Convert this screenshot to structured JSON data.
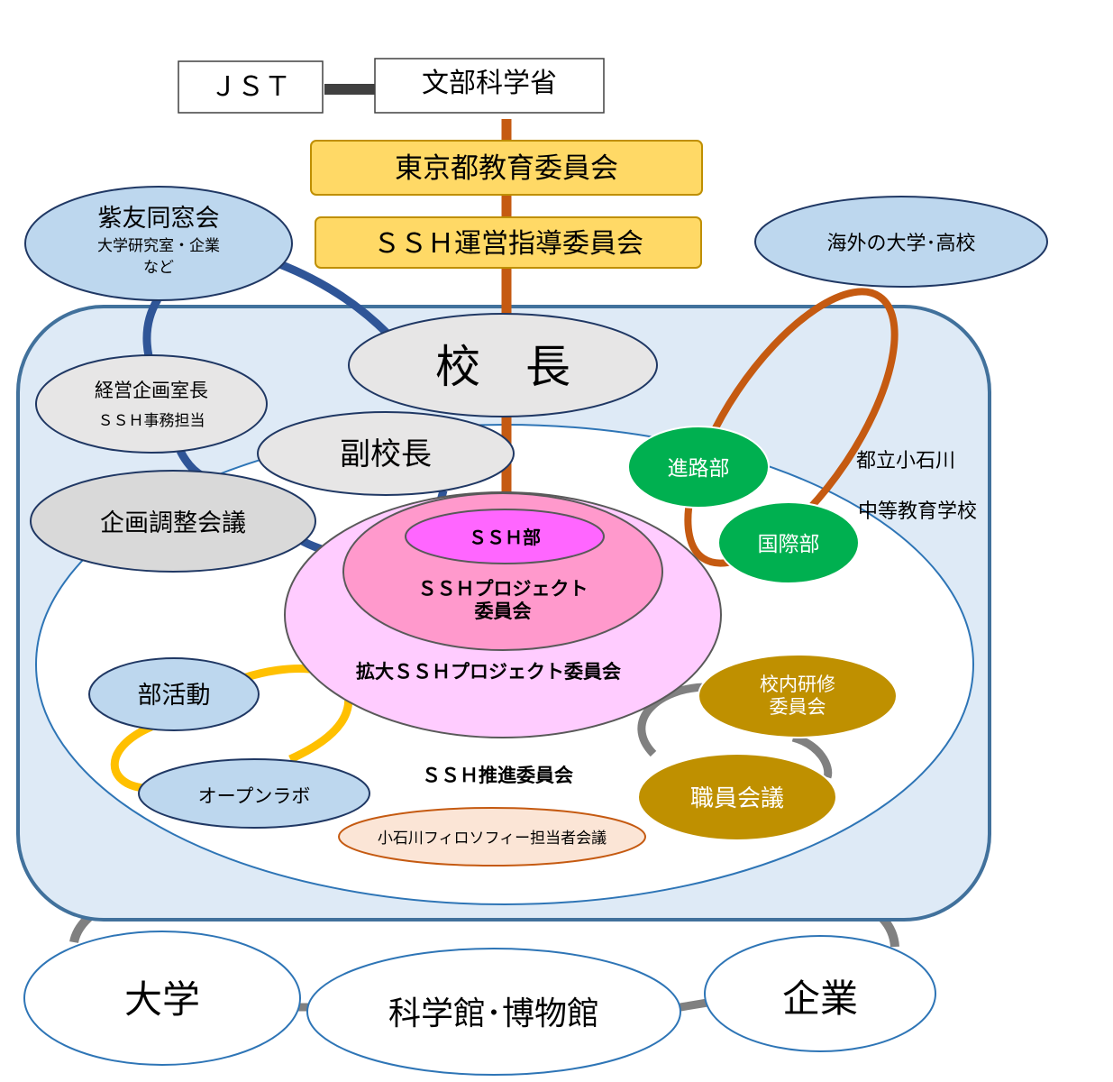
{
  "top": {
    "jst": "ＪＳＴ",
    "mext": "文部科学省",
    "tokyo_board": "東京都教育委員会",
    "ssh_steering": "ＳＳＨ運営指導委員会"
  },
  "alumni": {
    "title": "紫友同窓会",
    "line1": "大学研究室・企業",
    "line2": "など"
  },
  "overseas": "海外の大学･高校",
  "school_name": {
    "line1": "都立小石川",
    "line2": "中等教育学校"
  },
  "principal": "校　長",
  "vice_principal": "副校長",
  "planning_head": {
    "line1": "経営企画室長",
    "line2": "ＳＳＨ事務担当"
  },
  "planning_meeting": "企画調整会議",
  "ssh_dept": "ＳＳＨ部",
  "ssh_project": {
    "line1": "ＳＳＨプロジェクト",
    "line2": "委員会"
  },
  "extended_committee": "拡大ＳＳＨプロジェクト委員会",
  "ssh_promotion": "ＳＳＨ推進委員会",
  "philosophy": "小石川フィロソフィー担当者会議",
  "career": "進路部",
  "international": "国際部",
  "training": {
    "line1": "校内研修",
    "line2": "委員会"
  },
  "staff_meeting": "職員会議",
  "club": "部活動",
  "open_lab": "オープンラボ",
  "bottom": {
    "university": "大学",
    "museum": "科学館･博物館",
    "company": "企業"
  },
  "colors": {
    "yellow_box": "#FFD966",
    "light_blue": "#BDD7EE",
    "region_fill": "#DEEAF6",
    "region_stroke": "#41719C",
    "navy_line": "#2F5597",
    "orange_line": "#C55A11",
    "gold_line": "#FFC000",
    "gray_line": "#808080",
    "green": "#00B050",
    "gold": "#BF9000",
    "magenta": "#FF66FF",
    "pink": "#FF99CC",
    "light_pink": "#FFCCFF",
    "peach": "#FBE5D6"
  }
}
